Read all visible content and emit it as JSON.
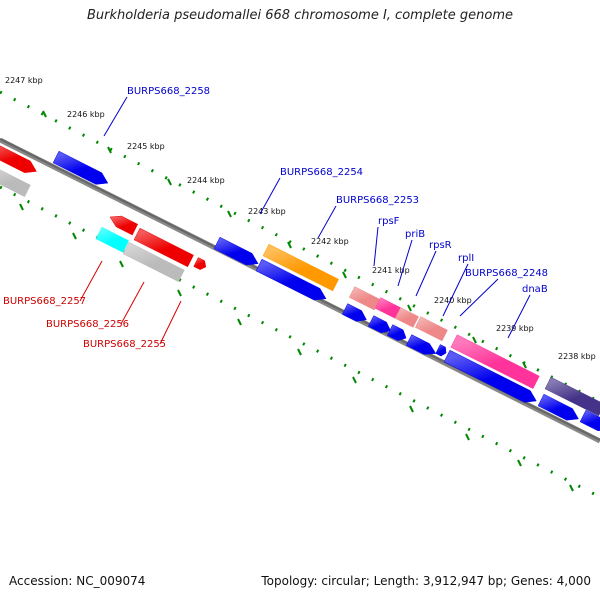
{
  "title": "Burkholderia pseudomallei 668 chromosome I, complete genome",
  "accession": "Accession: NC_009074",
  "footer": "Topology: circular; Length: 3,912,947 bp; Genes: 4,000",
  "colors": {
    "forward_cds": "#0000ee",
    "reverse_cds": "#ee0000",
    "orange": "#ff9900",
    "salmon": "#ee8888",
    "pink": "#ff3399",
    "purple": "#443388",
    "cyan": "#00ffff",
    "grey": "#bbbbbb",
    "ruler_dots": "#008800",
    "backbone": "#666666"
  },
  "kbp_ticks": [
    "2247 kbp",
    "2246 kbp",
    "2245 kbp",
    "2244 kbp",
    "2243 kbp",
    "2242 kbp",
    "2241 kbp",
    "2240 kbp",
    "2239 kbp",
    "2238 kbp"
  ],
  "gene_labels": [
    {
      "text": "BURPS668_2258",
      "strand": "forward"
    },
    {
      "text": "BURPS668_2254",
      "strand": "forward"
    },
    {
      "text": "BURPS668_2253",
      "strand": "forward"
    },
    {
      "text": "rpsF",
      "strand": "forward"
    },
    {
      "text": "priB",
      "strand": "forward"
    },
    {
      "text": "rpsR",
      "strand": "forward"
    },
    {
      "text": "rplI",
      "strand": "forward"
    },
    {
      "text": "BURPS668_2248",
      "strand": "forward"
    },
    {
      "text": "dnaB",
      "strand": "forward"
    },
    {
      "text": "BURPS668_2257",
      "strand": "reverse"
    },
    {
      "text": "BURPS668_2256",
      "strand": "reverse"
    },
    {
      "text": "BURPS668_2255",
      "strand": "reverse"
    }
  ]
}
